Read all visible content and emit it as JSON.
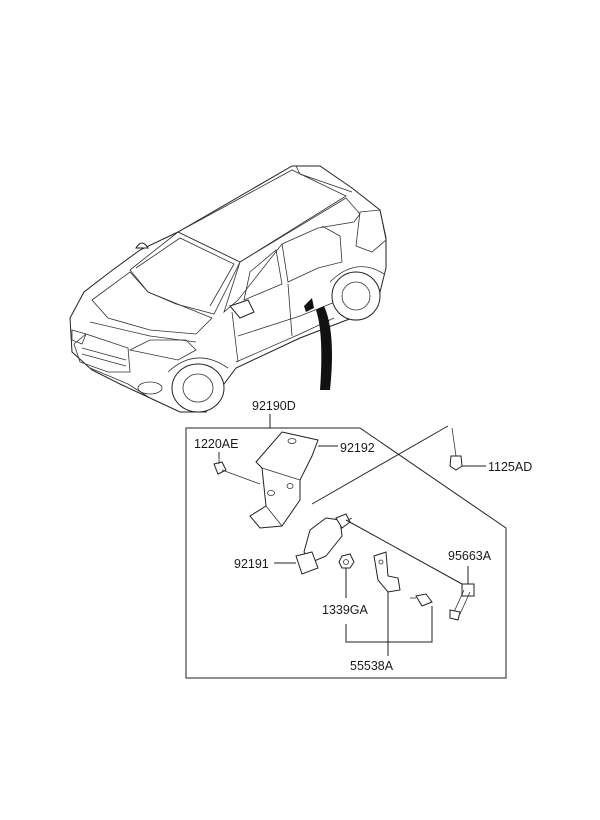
{
  "callouts": {
    "assembly": "92190D",
    "bolt_left": "1220AE",
    "bracket": "92192",
    "bolt_right": "1125AD",
    "sensor": "92191",
    "link": "95663A",
    "nut": "1339GA",
    "rod": "55538A"
  }
}
